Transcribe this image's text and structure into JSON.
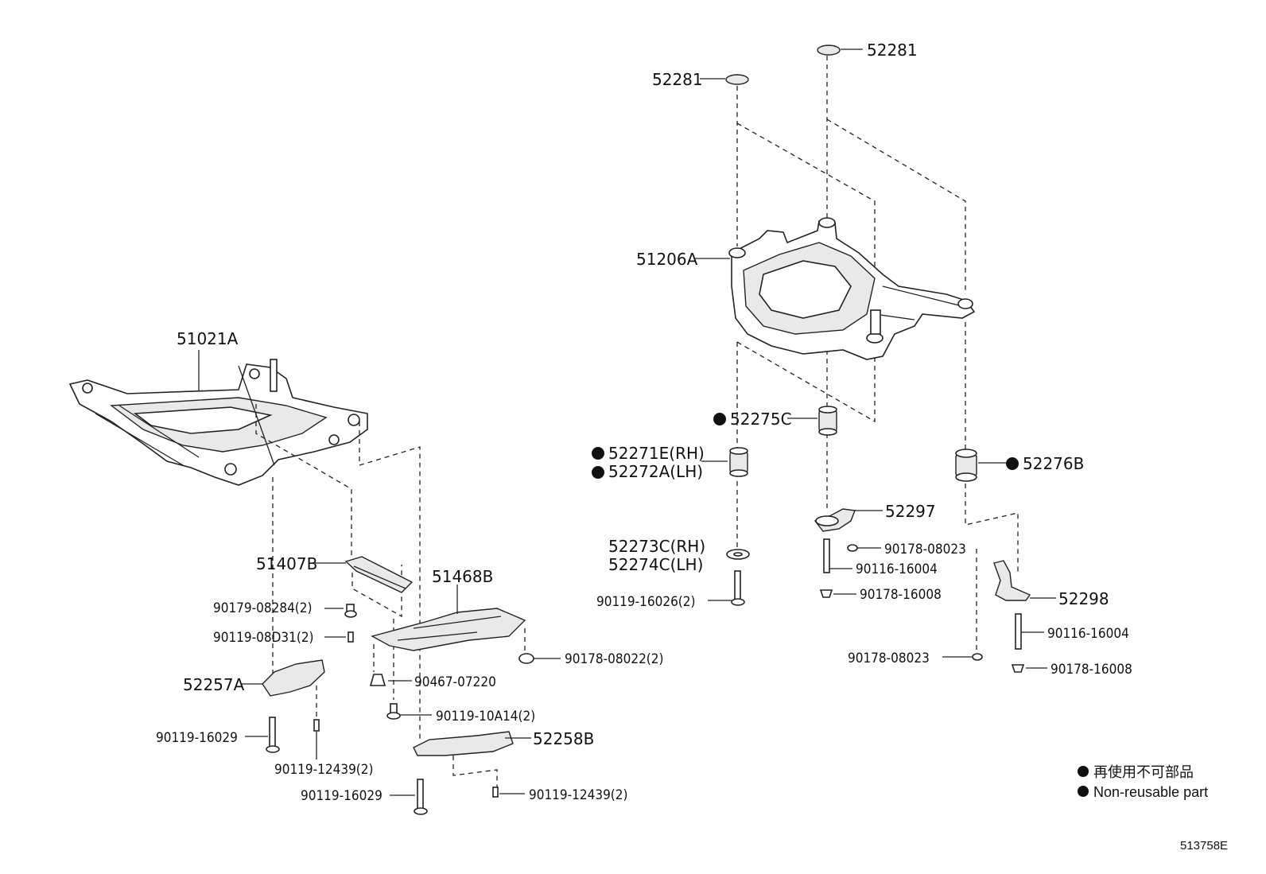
{
  "title_ref": "513758E",
  "legend": {
    "line1": "再使用不可部品",
    "line2": "Non-reusable part"
  },
  "labels": {
    "p52281_left": "52281",
    "p52281_right": "52281",
    "p51206A": "51206A",
    "p52275C": "52275C",
    "p52271E": "52271E(RH)",
    "p52272A": "52272A(LH)",
    "p52276B": "52276B",
    "p52297": "52297",
    "p90178_08023_a": "90178-08023",
    "p90116_16004_a": "90116-16004",
    "p90178_16008_a": "90178-16008",
    "p52273C": "52273C(RH)",
    "p52274C": "52274C(LH)",
    "p90119_16026": "90119-16026(2)",
    "p52298": "52298",
    "p90116_16004_b": "90116-16004",
    "p90178_08023_b": "90178-08023",
    "p90178_16008_b": "90178-16008",
    "p51021A": "51021A",
    "p51407B": "51407B",
    "p51468B": "51468B",
    "p90179_08284": "90179-08284(2)",
    "p90119_08D31": "90119-08D31(2)",
    "p90178_08022": "90178-08022(2)",
    "p52257A": "52257A",
    "p90467_07220": "90467-07220",
    "p90119_10A14": "90119-10A14(2)",
    "p90119_16029_a": "90119-16029",
    "p90119_12439_a": "90119-12439(2)",
    "p52258B": "52258B",
    "p90119_16029_b": "90119-16029",
    "p90119_12439_b": "90119-12439(2)"
  }
}
